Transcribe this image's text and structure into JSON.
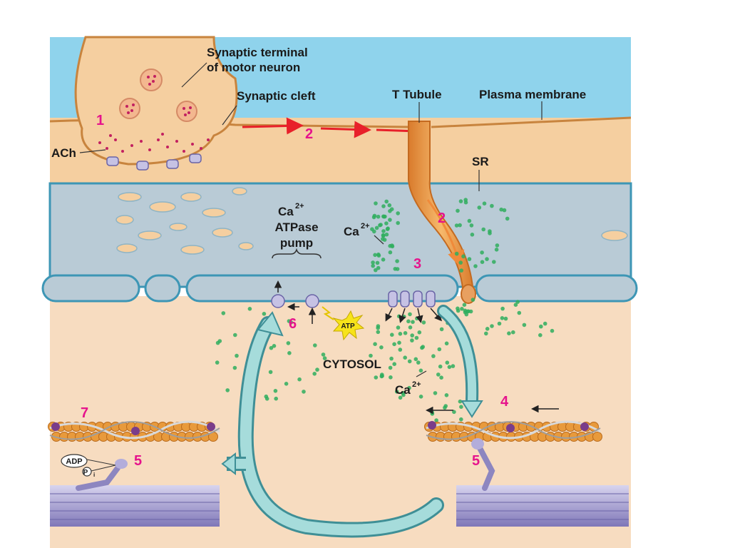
{
  "labels": {
    "synaptic_terminal_line1": "Synaptic terminal",
    "synaptic_terminal_line2": "of motor neuron",
    "synaptic_cleft": "Synaptic cleft",
    "t_tubule": "T Tubule",
    "plasma_membrane": "Plasma membrane",
    "ach": "ACh",
    "sr": "SR",
    "ca_atpase_line1": "Ca",
    "ca_atpase_sup": "2+",
    "ca_atpase_line2": "ATPase",
    "ca_atpase_line3": "pump",
    "ca_sr": "Ca",
    "ca_sr_sup": "2+",
    "cytosol": "CYTOSOL",
    "ca_cytosol": "Ca",
    "ca_cytosol_sup": "2+",
    "atp": "ATP",
    "adp": "ADP",
    "pi": "P",
    "pi_sub": "i"
  },
  "steps": {
    "s1": "1",
    "s2a": "2",
    "s2b": "2",
    "s3": "3",
    "s4": "4",
    "s5_left": "5",
    "s5_right": "5",
    "s6": "6",
    "s7": "7"
  },
  "colors": {
    "extracellular": "#8fd3ec",
    "muscle_cell": "#f5cfa0",
    "cytosol": "#f7dcc0",
    "sr_fill": "#b9cbd6",
    "sr_edge": "#3d96b5",
    "calcium": "#2fae5e",
    "step_number": "#e6138c",
    "signal_arrow": "#e8202a",
    "cycle_arrow": "#8fd0cf",
    "actin": "#e89a3c",
    "myosin": "#9d96c6"
  }
}
